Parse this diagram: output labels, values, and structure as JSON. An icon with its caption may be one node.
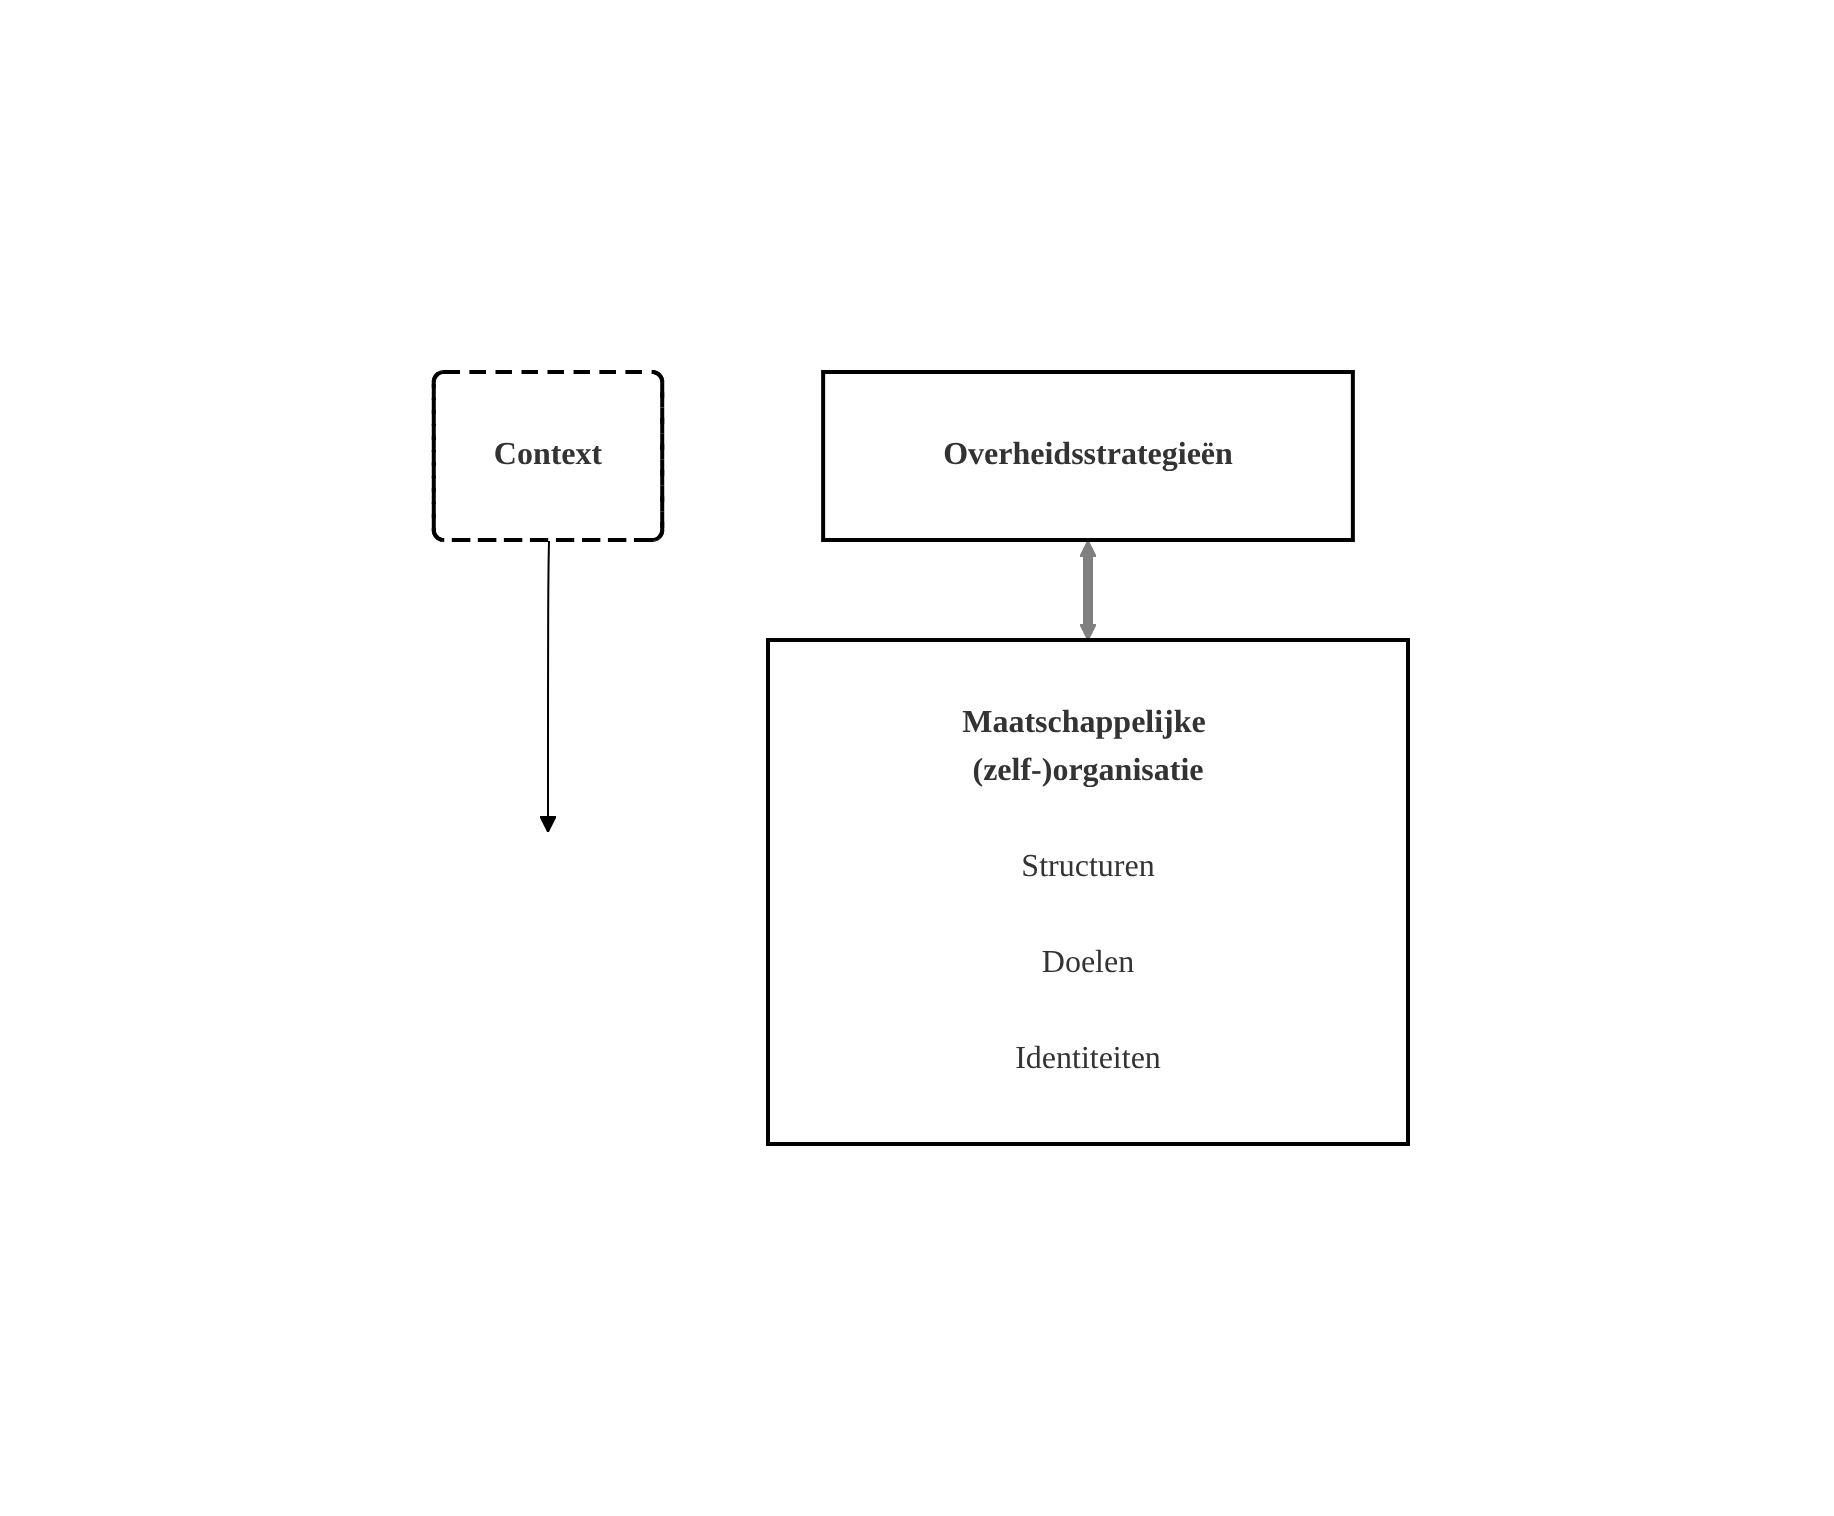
{
  "diagram": {
    "nodes": [
      {
        "text": [
          "Context"
        ]
      },
      {
        "text": [
          "Overheidsstrategieën"
        ]
      },
      {
        "text": [
          "Maatschappelijke (zelf-)organisatie",
          "Structuren",
          "Doelen",
          "Identiteiten"
        ]
      }
    ],
    "edges": [
      {
        "from": 1,
        "to": 2,
        "arrow": "both",
        "style": "thick",
        "color": "#808080"
      },
      {
        "from": 0,
        "to": null,
        "arrow": "to",
        "color": "#000000"
      }
    ]
  }
}
